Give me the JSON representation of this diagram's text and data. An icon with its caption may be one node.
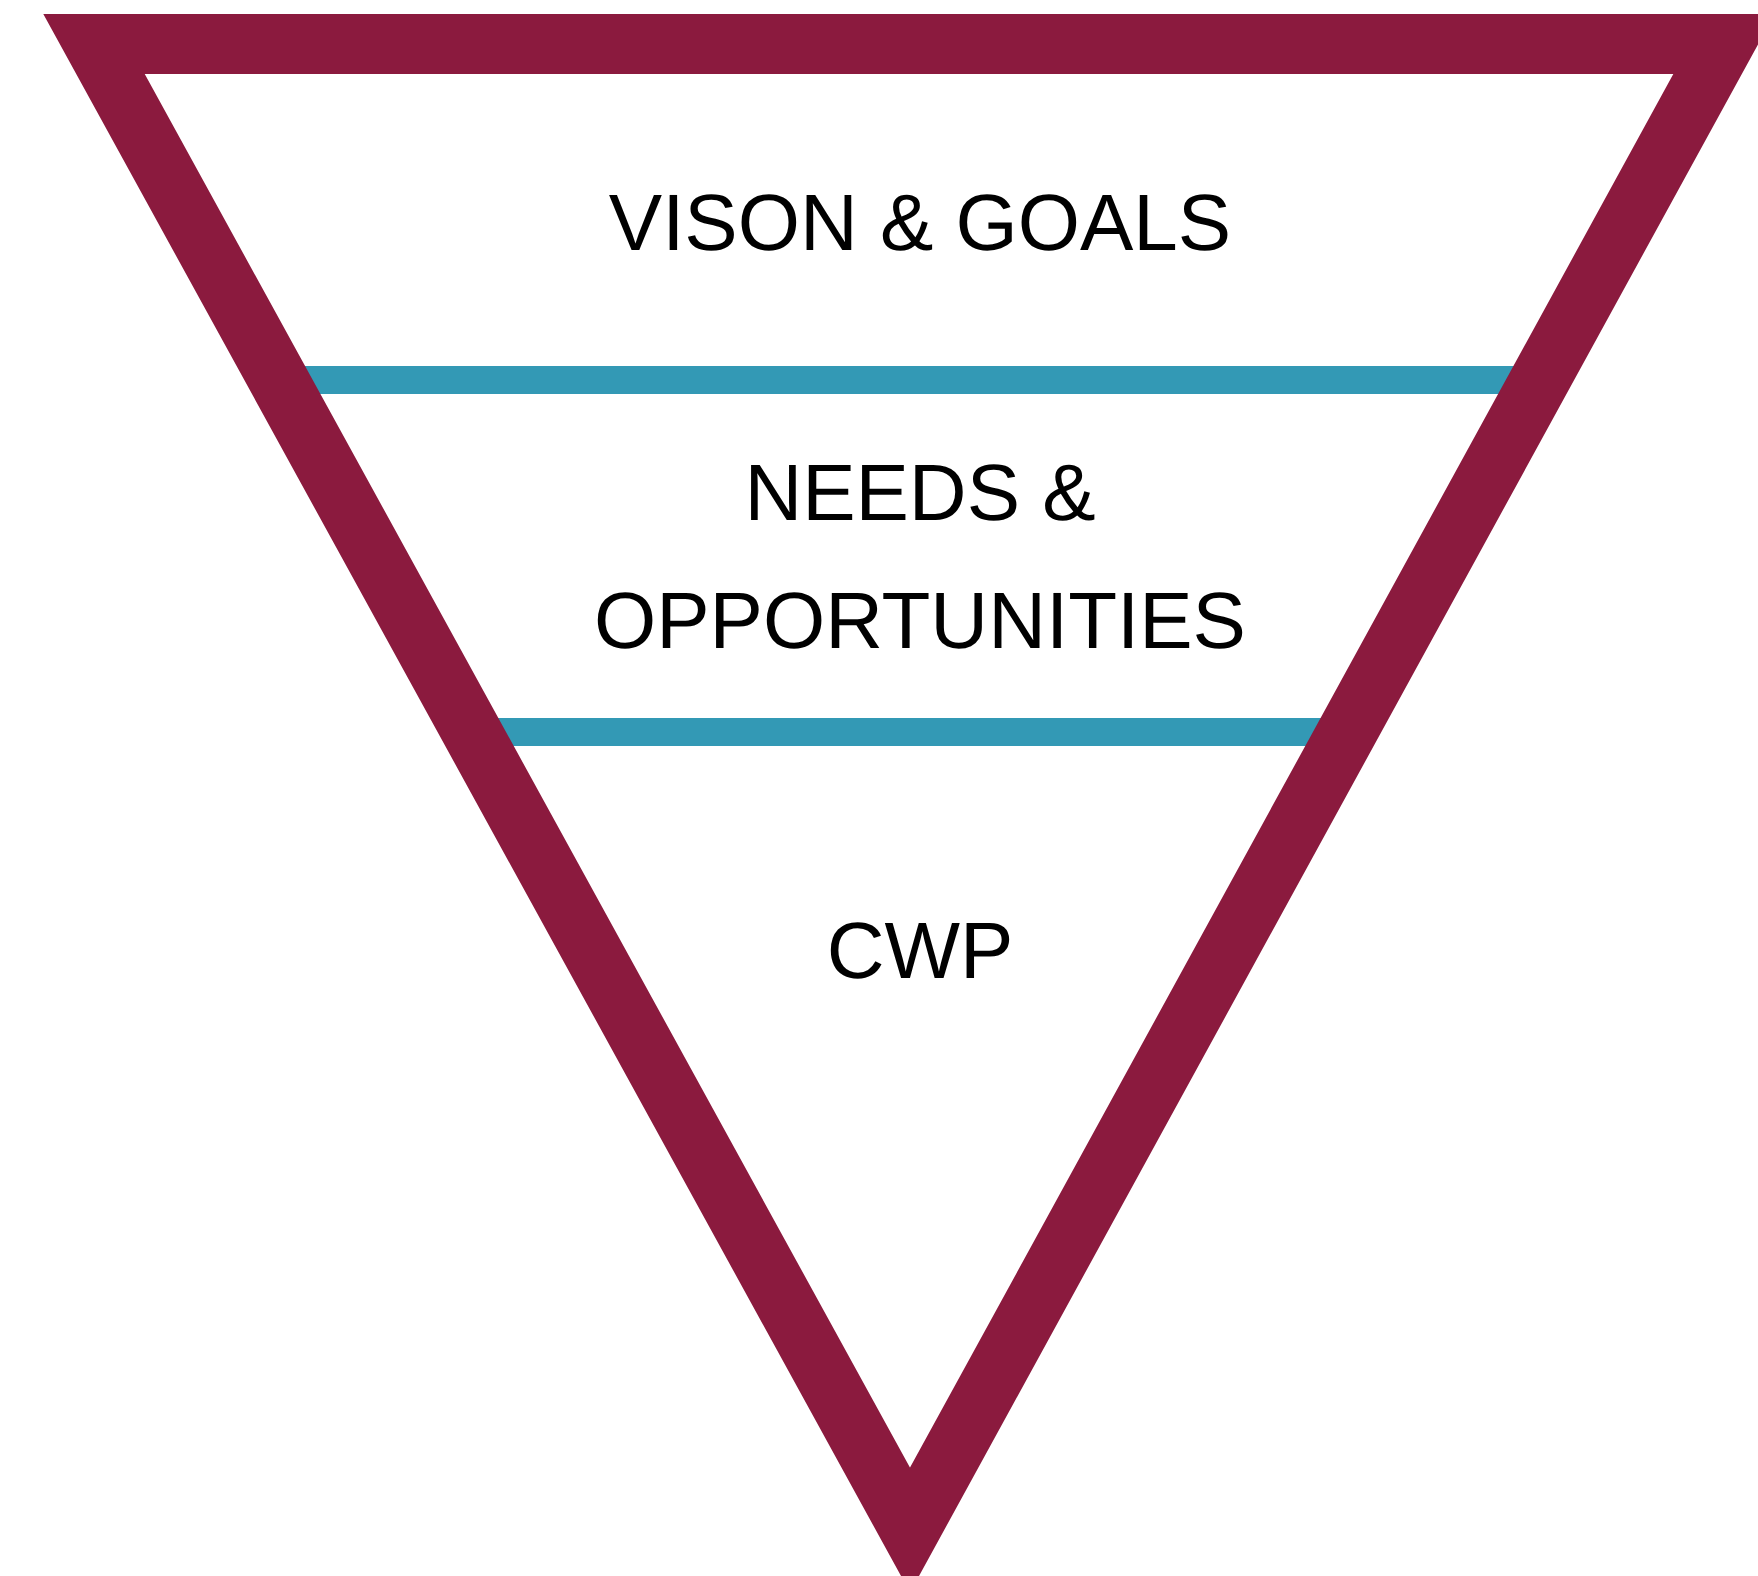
{
  "diagram": {
    "nodes": [
      {
        "text": [],
        "shape": "triangle"
      },
      {
        "text": [
          "VISON & GOALS"
        ],
        "in": 0
      },
      {
        "text": [
          "NEEDS & OPPORTUNITIES"
        ],
        "in": 0
      },
      {
        "text": [
          "CWP"
        ],
        "in": 0
      }
    ]
  }
}
